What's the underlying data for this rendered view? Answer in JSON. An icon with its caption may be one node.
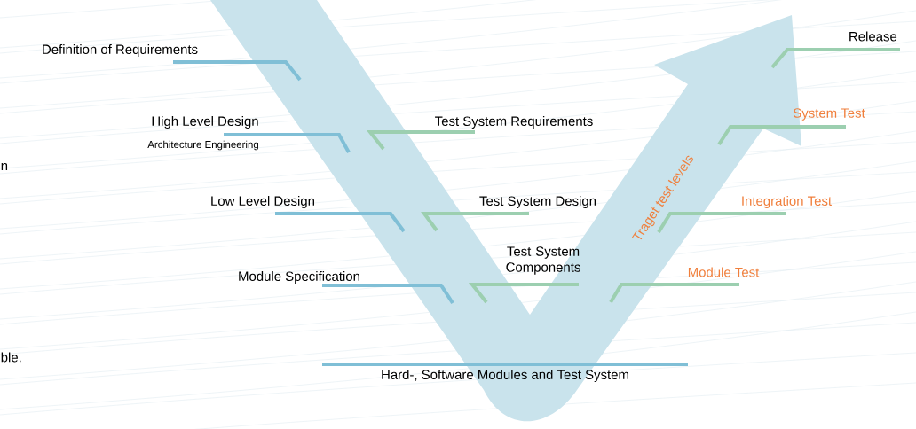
{
  "diagram": {
    "labels": [
      "Definition of Requirements",
      "High Level Design",
      "Architecture Engineering",
      "n",
      "Test System Requirements",
      "Release",
      "System Test",
      "Traget test levels",
      "Low Level Design",
      "Test System Design",
      "Integration Test",
      "Test System Components",
      "Module Test",
      "Module Specification",
      "ble.",
      "Hard-, Software Modules and Test System"
    ]
  }
}
